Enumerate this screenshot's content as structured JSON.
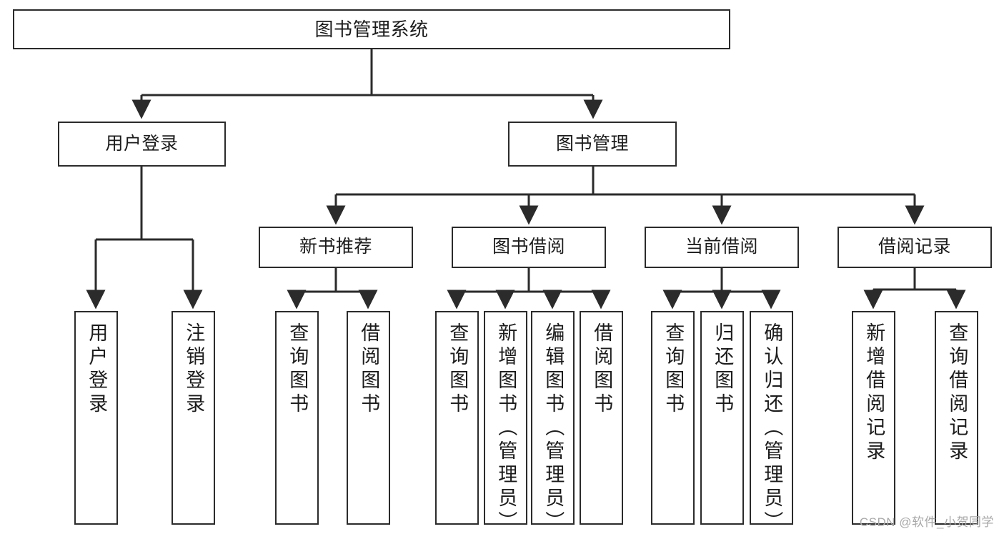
{
  "diagram": {
    "title": "图书管理系统",
    "type": "tree-hierarchy-chart",
    "colors": {
      "box_border": "#2b2b2b",
      "box_fill": "#ffffff",
      "connector": "#2b2b2b",
      "text": "#1b1b1b",
      "watermark": "#a8a8a8",
      "background": "#ffffff"
    },
    "root": {
      "label": "图书管理系统"
    },
    "level2": [
      {
        "id": "user-login",
        "label": "用户登录"
      },
      {
        "id": "book-management",
        "label": "图书管理"
      }
    ],
    "level3": [
      {
        "id": "new-book-recommend",
        "label": "新书推荐"
      },
      {
        "id": "book-borrow",
        "label": "图书借阅"
      },
      {
        "id": "current-borrow",
        "label": "当前借阅"
      },
      {
        "id": "borrow-record",
        "label": "借阅记录"
      }
    ],
    "leaves": {
      "user_login": [
        {
          "id": "leaf-user-login",
          "label": "用户登录"
        },
        {
          "id": "leaf-logout-login",
          "label": "注销登录"
        }
      ],
      "new_book_recommend": [
        {
          "id": "leaf-query-book-1",
          "label": "查询图书"
        },
        {
          "id": "leaf-borrow-book-1",
          "label": "借阅图书"
        }
      ],
      "book_borrow": [
        {
          "id": "leaf-query-book-2",
          "label": "查询图书"
        },
        {
          "id": "leaf-add-book",
          "label": "新增图书（管理员）"
        },
        {
          "id": "leaf-edit-book",
          "label": "编辑图书（管理员）"
        },
        {
          "id": "leaf-borrow-book-2",
          "label": "借阅图书"
        }
      ],
      "current_borrow": [
        {
          "id": "leaf-query-book-3",
          "label": "查询图书"
        },
        {
          "id": "leaf-return-book",
          "label": "归还图书"
        },
        {
          "id": "leaf-confirm-return",
          "label": "确认归还（管理员）"
        }
      ],
      "borrow_record": [
        {
          "id": "leaf-add-record",
          "label": "新增借阅记录"
        },
        {
          "id": "leaf-query-record",
          "label": "查询借阅记录"
        }
      ]
    }
  },
  "watermark": {
    "text": "CSDN @软件_小贺同学"
  }
}
